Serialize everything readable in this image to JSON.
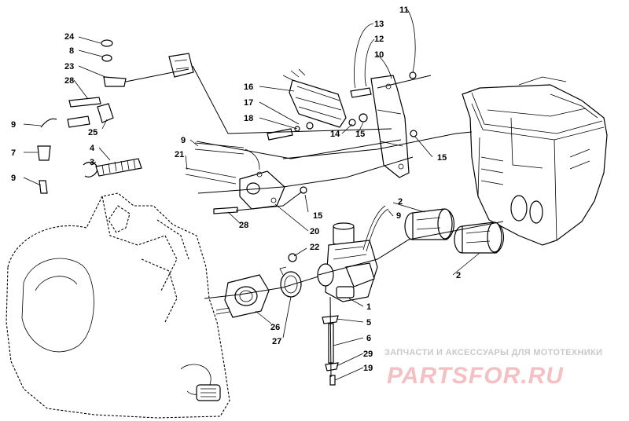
{
  "callouts": {
    "c11": "11",
    "c13": "13",
    "c12": "12",
    "c10": "10",
    "c24": "24",
    "c8": "8",
    "c23": "23",
    "c28a": "28",
    "c16": "16",
    "c17": "17",
    "c18": "18",
    "c14": "14",
    "c15a": "15",
    "c15b": "15",
    "c9a": "9",
    "c25": "25",
    "c7": "7",
    "c4": "4",
    "c3": "3",
    "c9b": "9",
    "c9c": "9",
    "c21": "21",
    "c2a": "2",
    "c9d": "9",
    "c15c": "15",
    "c28b": "28",
    "c20": "20",
    "c22": "22",
    "c2b": "2",
    "c1": "1",
    "c5": "5",
    "c6": "6",
    "c26": "26",
    "c27": "27",
    "c29": "29",
    "c19": "19"
  },
  "watermark": {
    "tagline": "ЗАПЧАСТИ И АКСЕССУАРЫ ДЛЯ МОТОТЕХНИКИ",
    "brand": "PARTSFOR.RU"
  },
  "colors": {
    "line": "#000000",
    "background": "#ffffff",
    "watermark_logo": "#f3c1c4",
    "watermark_text": "#c9c9c9"
  }
}
